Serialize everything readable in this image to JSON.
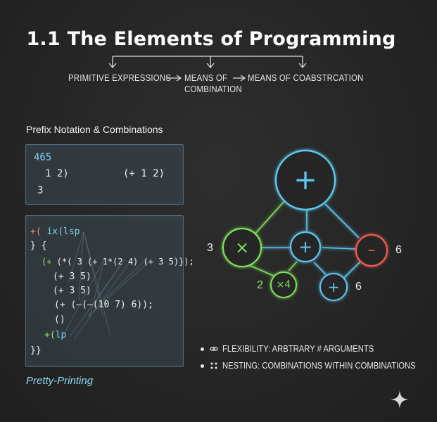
{
  "title": "1.1 The Elements of Programming",
  "flow": {
    "step1": "PRIMITIVE EXPRESSIONS",
    "step2_line1": "MEANS OF",
    "step2_line2": "COMBINATION",
    "step3": "MEANS OF COABSTRCATION"
  },
  "section_heading": "Prefix Notation & Combinations",
  "panel1": {
    "line1": "465",
    "line2a": "1 2)",
    "line2b": "(+ 1 2)",
    "line3": "3"
  },
  "panel2": {
    "l1a": "+(",
    "l1b": " ix(lsp",
    "l2": "} {",
    "l3a": "(+",
    "l3b": " (*( 3 (+ 1*(2 4) (+ 3 5)});",
    "l4": "(+ 3 5)",
    "l5": "(+ 3 5)",
    "l6": "(+ (–(–(10 7) 6));",
    "l7": "()",
    "l8a": "+(",
    "l8b": "lp",
    "l9": "}}"
  },
  "caption": "Pretty-Printing",
  "tree": {
    "root_op": "+",
    "left_op": "×",
    "mid_op": "+",
    "right_op": "–",
    "lower_left_op": "×4",
    "lower_mid_op": "+",
    "label_3": "3",
    "label_6_right": "6",
    "label_2": "2",
    "label_6_bottom": "6",
    "colors": {
      "cyan": "#5cc8ef",
      "green": "#7ee05a",
      "red": "#ef5a4d"
    }
  },
  "bullets": [
    {
      "icon": "link-icon",
      "text": "FLEXIBILITY: ARBTRARY # ARGUMENTS"
    },
    {
      "icon": "dots-grid-icon",
      "text": "NESTING: COMBINATIONS WITHIN COMBINATIONS"
    }
  ]
}
